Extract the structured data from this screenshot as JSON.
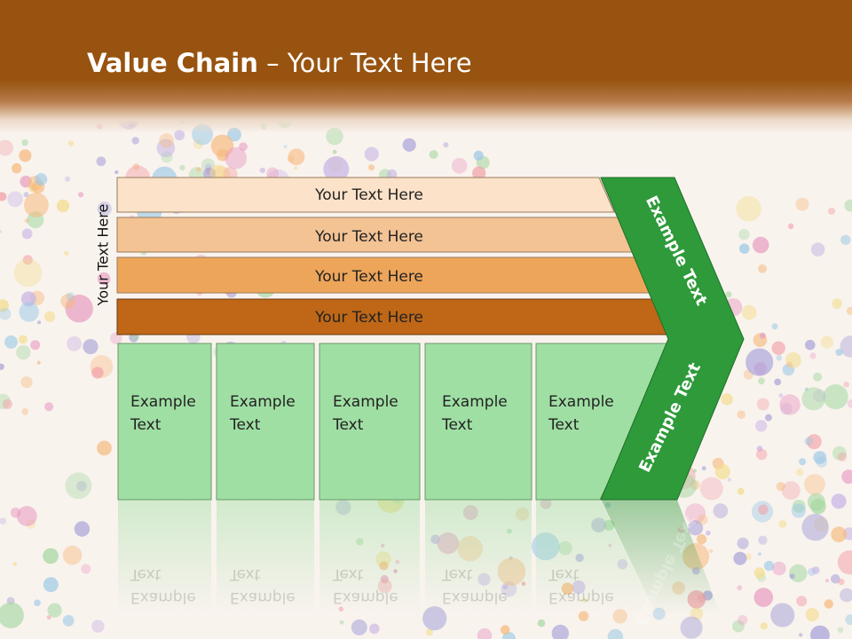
{
  "slide": {
    "title_bold": "Value Chain",
    "title_rest": " – Your Text Here",
    "vertical_label": "Your Text Here",
    "bars": [
      {
        "label": "Your Text Here",
        "color": "#fbe2c9"
      },
      {
        "label": "Your Text Here",
        "color": "#f3c394"
      },
      {
        "label": "Your Text Here",
        "color": "#eda55a"
      },
      {
        "label": "Your Text Here",
        "color": "#bf6716"
      }
    ],
    "cells": [
      {
        "text": "Example\nText"
      },
      {
        "text": "Example\nText"
      },
      {
        "text": "Example\nText"
      },
      {
        "text": "Example\nText"
      },
      {
        "text": "Example\nText"
      }
    ],
    "arrow_upper_text": "Example Text",
    "arrow_lower_text": "Example Text",
    "colors": {
      "header": "#97530f",
      "cell_fill": "#a0dfa4",
      "arrow_fill": "#2e9a3a",
      "background": "#f9f3ee"
    }
  }
}
